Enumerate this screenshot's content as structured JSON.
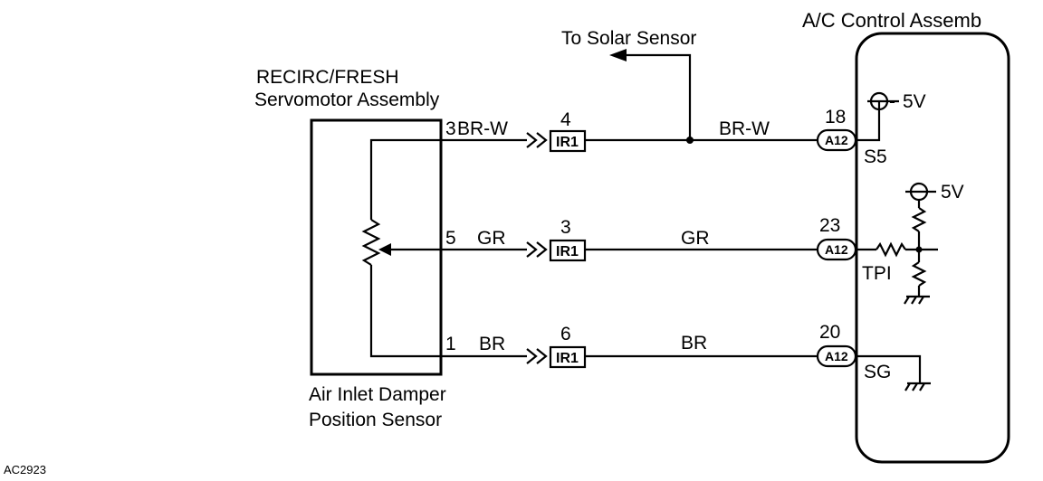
{
  "labels": {
    "solar": "To Solar Sensor",
    "ac_title": "A/C Control Assemb",
    "servo_line1": "RECIRC/FRESH",
    "servo_line2": "Servomotor Assembly",
    "sensor_line1": "Air Inlet Damper",
    "sensor_line2": "Position Sensor",
    "figure_code": "AC2923"
  },
  "wires": [
    {
      "sensor_pin": "3",
      "sensor_color": "BR-W",
      "connector_pin": "4",
      "connector": "IR1",
      "wire_color": "BR-W",
      "ecu_pin": "18",
      "ecu_connector": "A12",
      "terminal": "S5"
    },
    {
      "sensor_pin": "5",
      "sensor_color": "GR",
      "connector_pin": "3",
      "connector": "IR1",
      "wire_color": "GR",
      "ecu_pin": "23",
      "ecu_connector": "A12",
      "terminal": "TPI"
    },
    {
      "sensor_pin": "1",
      "sensor_color": "BR",
      "connector_pin": "6",
      "connector": "IR1",
      "wire_color": "BR",
      "ecu_pin": "20",
      "ecu_connector": "A12",
      "terminal": "SG"
    }
  ],
  "supply": {
    "top": "5V",
    "mid": "5V"
  }
}
